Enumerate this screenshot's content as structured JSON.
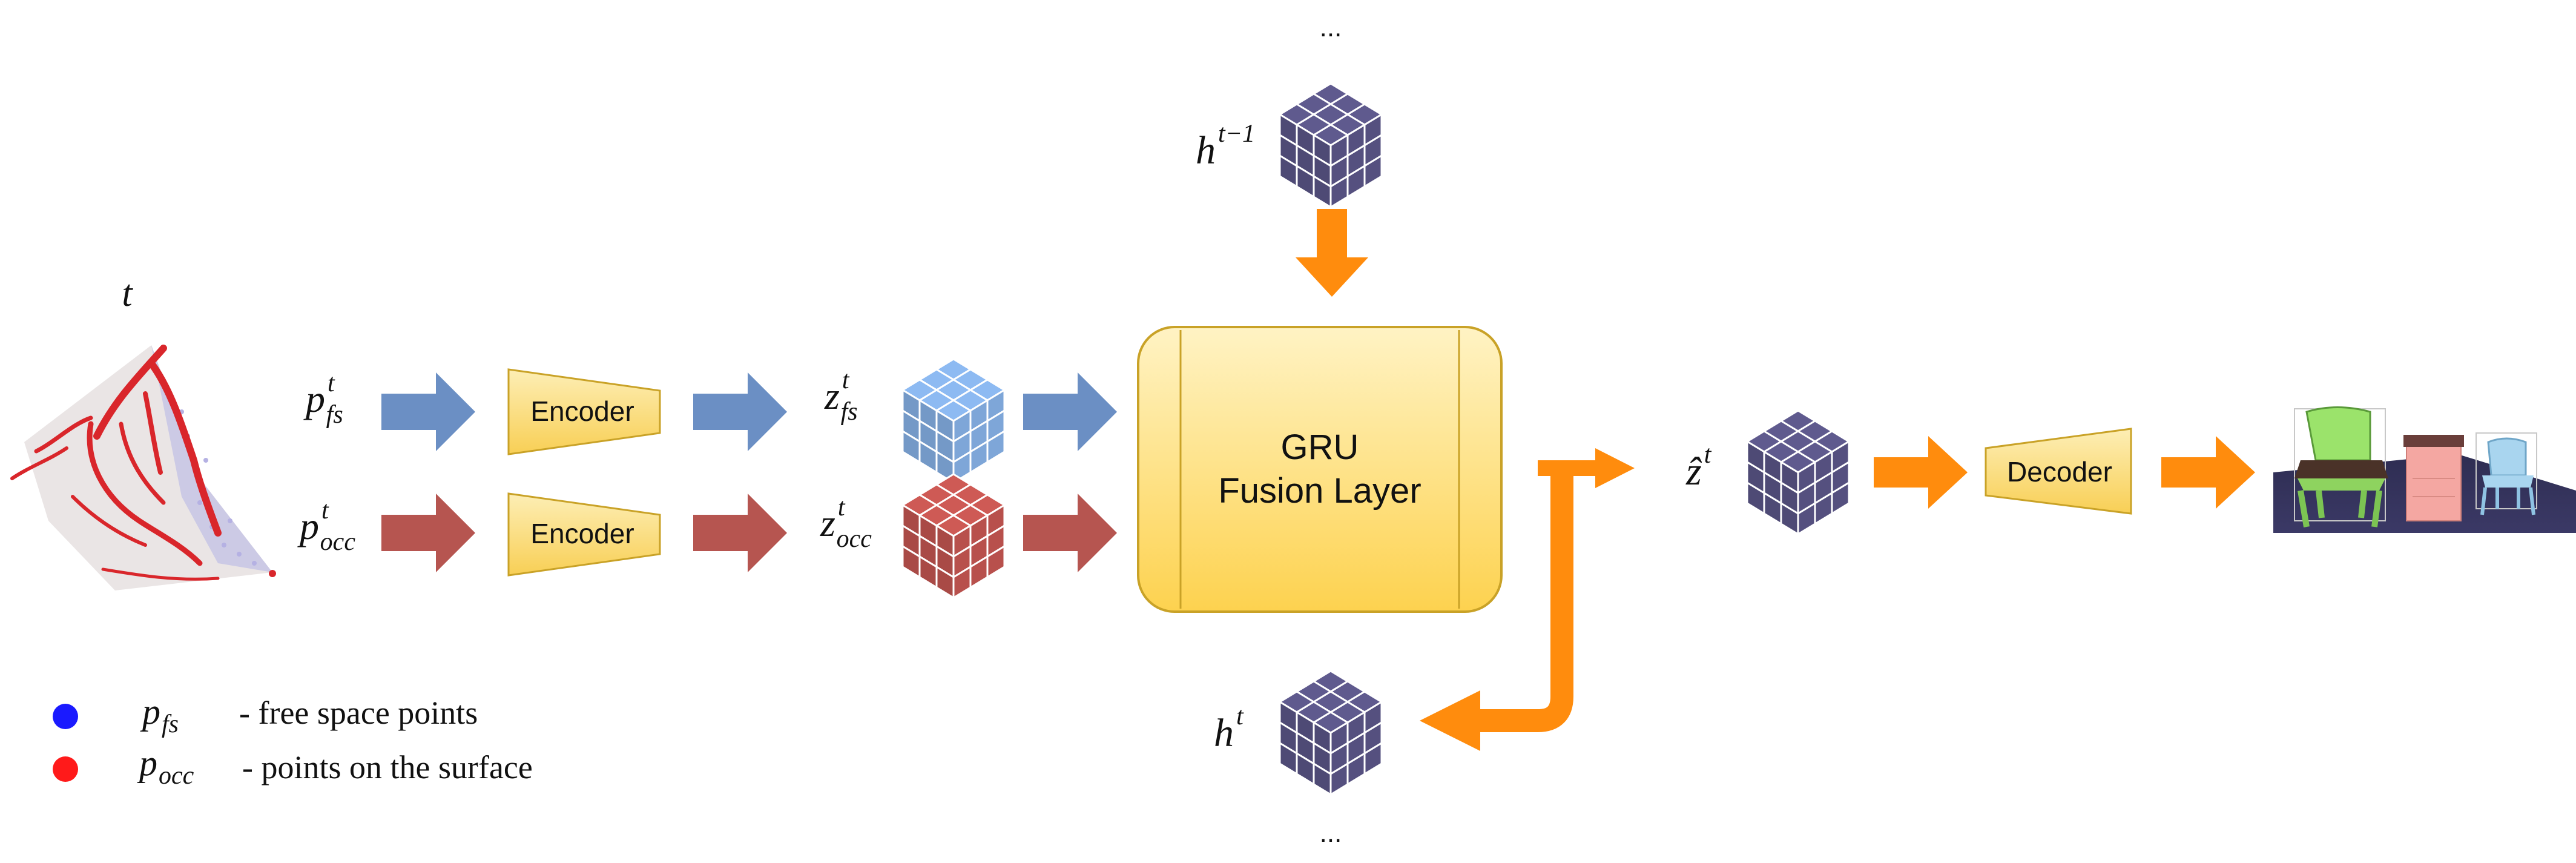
{
  "frame": {
    "label": "t"
  },
  "inputs": {
    "free_space": {
      "symbol": "p",
      "superscript": "t",
      "subscript": "fs"
    },
    "occupied": {
      "symbol": "p",
      "superscript": "t",
      "subscript": "occ"
    }
  },
  "encoders": {
    "top_label": "Encoder",
    "bottom_label": "Encoder"
  },
  "latents": {
    "free_space": {
      "symbol": "z",
      "superscript": "t",
      "subscript": "fs"
    },
    "occupied": {
      "symbol": "z",
      "superscript": "t",
      "subscript": "occ"
    }
  },
  "fusion": {
    "line1": "GRU",
    "line2": "Fusion Layer"
  },
  "hidden_prev": {
    "symbol": "h",
    "superscript": "t−1"
  },
  "hidden_cur": {
    "symbol": "h",
    "superscript": "t"
  },
  "ellipsis_top": "...",
  "ellipsis_bottom": "...",
  "output_latent": {
    "symbol": "ẑ",
    "superscript": "t"
  },
  "decoder": {
    "label": "Decoder"
  },
  "legend": {
    "items": [
      {
        "symbol": "p",
        "subscript": "fs",
        "text": "- free space points",
        "color": "#1a1aff"
      },
      {
        "symbol": "p",
        "subscript": "occ",
        "text": "- points on the surface",
        "color": "#ff1a1a"
      }
    ]
  },
  "colors": {
    "blue_arrow": "#6b8fc4",
    "red_arrow": "#b65550",
    "orange_arrow": "#ff8c0d",
    "encoder_fill": "#fbd96b",
    "fusion_fill": "#ffd666",
    "blue_cube": "#7ea6d8",
    "red_cube": "#b8504c",
    "dark_cube": "#55507f"
  }
}
